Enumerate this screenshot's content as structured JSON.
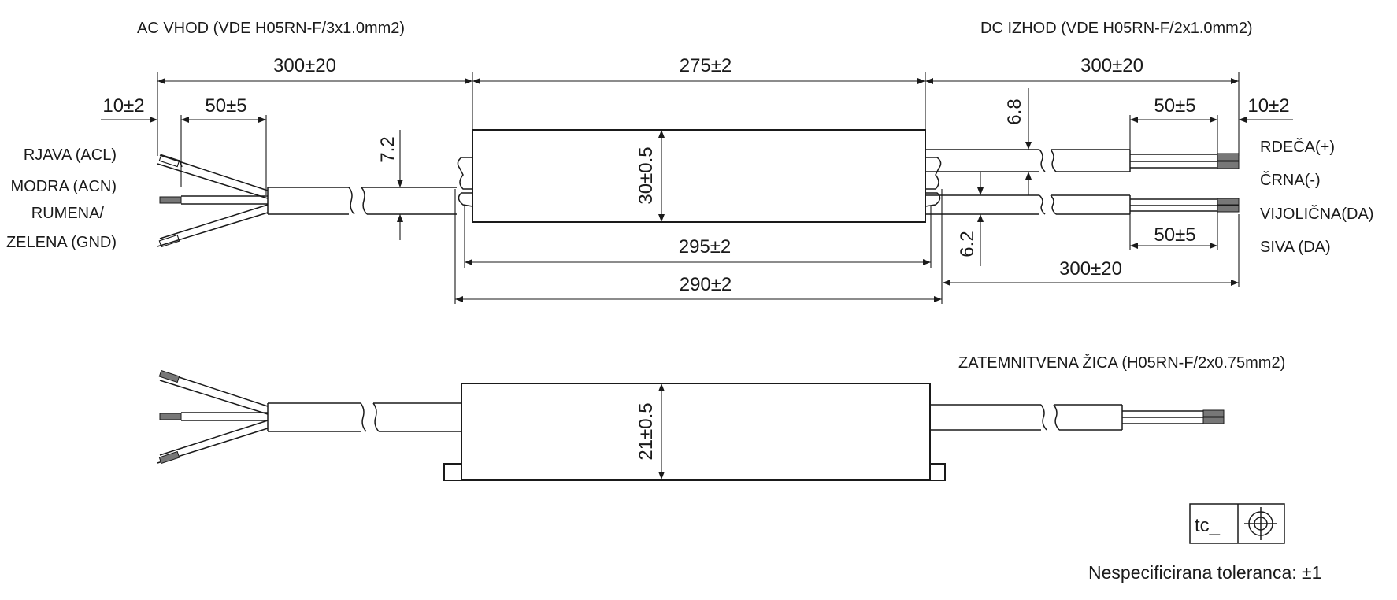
{
  "top_view": {
    "ac_input_title": "AC VHOD (VDE H05RN-F/3x1.0mm2)",
    "dc_output_title": "DC IZHOD (VDE H05RN-F/2x1.0mm2)",
    "dims": {
      "ac_cable_length": "300±20",
      "body_length": "275±2",
      "dc_cable_length": "300±20",
      "ac_strip_10": "10±2",
      "ac_jacket_50": "50±5",
      "dc_jacket_50_top": "50±5",
      "dc_strip_10": "10±2",
      "cable_dia_left": "7.2",
      "body_width": "30±0.5",
      "cable_dia_right_top": "6.8",
      "cable_dia_right_bottom": "6.2",
      "mount_length_295": "295±2",
      "overall_length_290": "290±2",
      "dc_jacket_50_bottom": "50±5",
      "dim_cable_length": "300±20"
    },
    "ac_wires": [
      "RJAVA (ACL)",
      "MODRA (ACN)",
      "RUMENA/",
      "ZELENA (GND)"
    ],
    "dc_wires": [
      "RDEČA(+)",
      "ČRNA(-)",
      "VIJOLIČNA(DA)",
      "SIVA (DA)"
    ]
  },
  "side_view": {
    "dimming_wire_title": "ZATEMNITVENA ŽICA (H05RN-F/2x0.75mm2)",
    "body_height": "21±0.5"
  },
  "legend": {
    "tc_label": "tc_",
    "symbol_icon": "tc-point-crosshair-icon"
  },
  "note": "Nespecificirana toleranca: ±1"
}
